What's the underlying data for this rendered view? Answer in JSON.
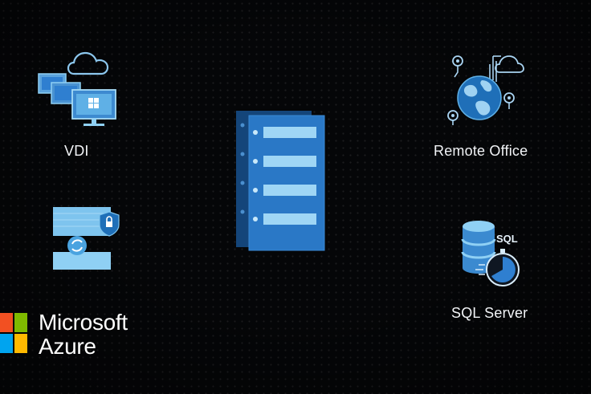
{
  "labels": {
    "vdi": "VDI",
    "remote_office": "Remote Office",
    "sql_server": "SQL Server"
  },
  "sql_badge": "SQL",
  "brand": {
    "line1": "Microsoft",
    "line2": "Azure"
  },
  "icons": {
    "vdi": "cloud-desktops-icon",
    "remote_office": "globe-network-icon",
    "storage": "server-storage-icon",
    "security": "secure-replication-icon",
    "sql": "database-timer-icon",
    "logo": "microsoft-logo"
  },
  "colors": {
    "accent": "#2f7fd0",
    "accent_light": "#7cc3ec",
    "logo_red": "#f25022",
    "logo_green": "#7fba00",
    "logo_blue": "#00a4ef",
    "logo_yellow": "#ffb900"
  }
}
